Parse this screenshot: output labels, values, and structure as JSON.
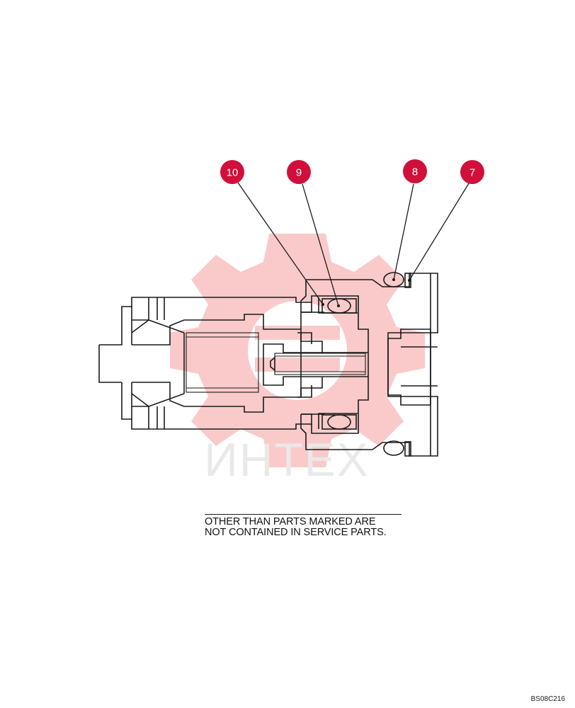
{
  "callouts": [
    {
      "label": "10",
      "color": "#d0103a"
    },
    {
      "label": "9",
      "color": "#d0103a"
    },
    {
      "label": "8",
      "color": "#d0103a"
    },
    {
      "label": "7",
      "color": "#d0103a"
    }
  ],
  "watermark": {
    "text": "ИНТЕХ",
    "color": "#f4a5a5"
  },
  "note": {
    "line1": "OTHER THAN PARTS MARKED ARE",
    "line2": "NOT CONTAINED IN SERVICE PARTS."
  },
  "drawing_code": "BS08C216"
}
